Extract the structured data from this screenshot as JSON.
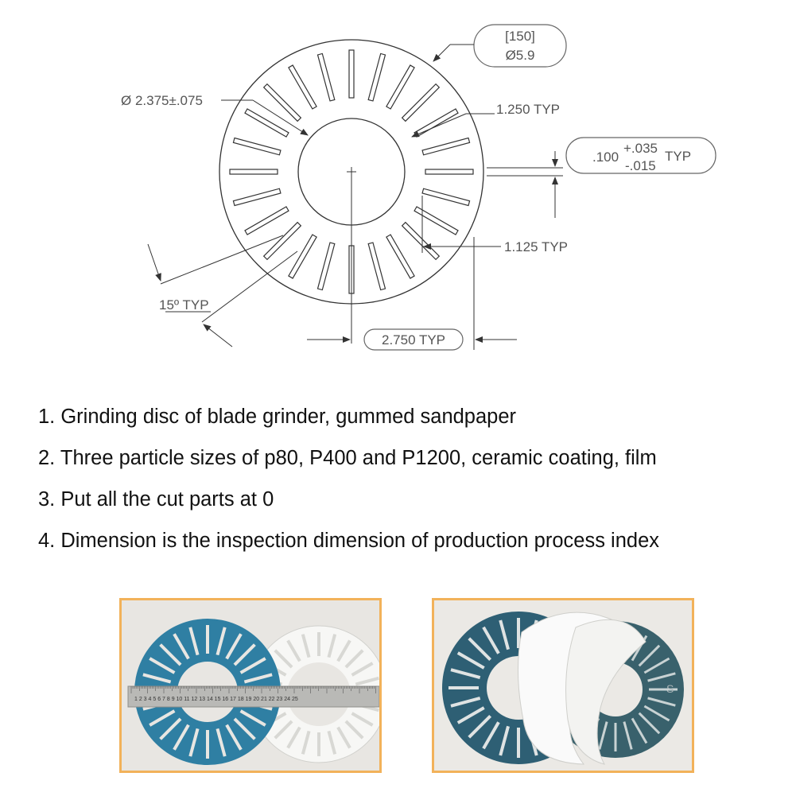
{
  "drawing": {
    "callout_qty": "[150]",
    "callout_hole": "Ø5.9",
    "outer_diameter": "Ø 2.375±.075",
    "slot_length": "1.250 TYP",
    "slot_width_nominal": ".100",
    "slot_width_plus": "+.035",
    "slot_width_minus": "-.015",
    "slot_width_typ": "TYP",
    "inner_offset": "1.125 TYP",
    "angle": "15º TYP",
    "outer_offset": "2.750 TYP",
    "slot_count": 24
  },
  "notes": [
    "1. Grinding disc of blade grinder, gummed sandpaper",
    "2. Three particle sizes of p80, P400 and P1200, ceramic coating, film",
    "3. Put all the cut parts at 0",
    "4. Dimension is the inspection dimension of production process index"
  ],
  "photos": {
    "left": {
      "ruler_marks": "1 2 3 4 5 6 7 8 9 10 11 12 13 14 15 16 17 18 19 20 21 22 23 24 25"
    },
    "right": {
      "paper_print": "S"
    }
  },
  "colors": {
    "blue_disc": "#2f7fa3",
    "dark_disc": "#2e5f74",
    "frame": "#f2b25a",
    "line": "#333333"
  }
}
